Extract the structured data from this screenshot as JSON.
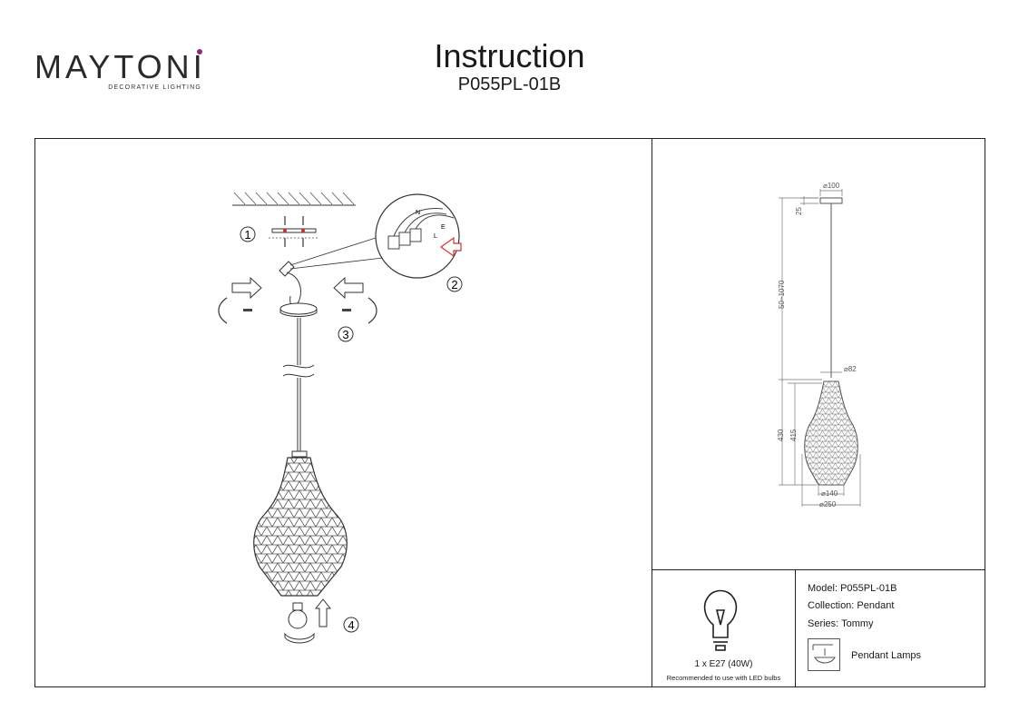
{
  "brand": {
    "name_pre": "MAYTON",
    "name_i": "I",
    "tagline": "DECORATIVE LIGHTING",
    "accent_color": "#8e2a7c"
  },
  "document": {
    "title": "Instruction",
    "code": "P055PL-01B"
  },
  "steps": [
    "1",
    "2",
    "3",
    "4"
  ],
  "wiring_labels": {
    "neutral": "N",
    "live": "L",
    "earth": "E"
  },
  "dimensions": {
    "canopy_diameter": "⌀100",
    "canopy_height": "25",
    "cord_length": "50~1070",
    "top_diameter": "⌀82",
    "total_height": "430",
    "shade_height": "415",
    "inner_diameter": "⌀140",
    "outer_diameter": "⌀250"
  },
  "bulb": {
    "spec": "1 x E27 (40W)",
    "note": "Recommended to use with LED bulbs"
  },
  "specs": {
    "model": "Model: P055PL-01B",
    "collection": "Collection: Pendant",
    "series": "Series: Tommy",
    "lamp_type": "Pendant Lamps"
  },
  "icons": {
    "bulb": "bulb-icon",
    "pendant": "pendant-lamp-icon",
    "arrow_right": "arrow-right-icon",
    "arrow_left": "arrow-left-icon",
    "arrow_up": "arrow-up-icon",
    "rotate": "rotate-icon",
    "screw": "screw-icon"
  }
}
